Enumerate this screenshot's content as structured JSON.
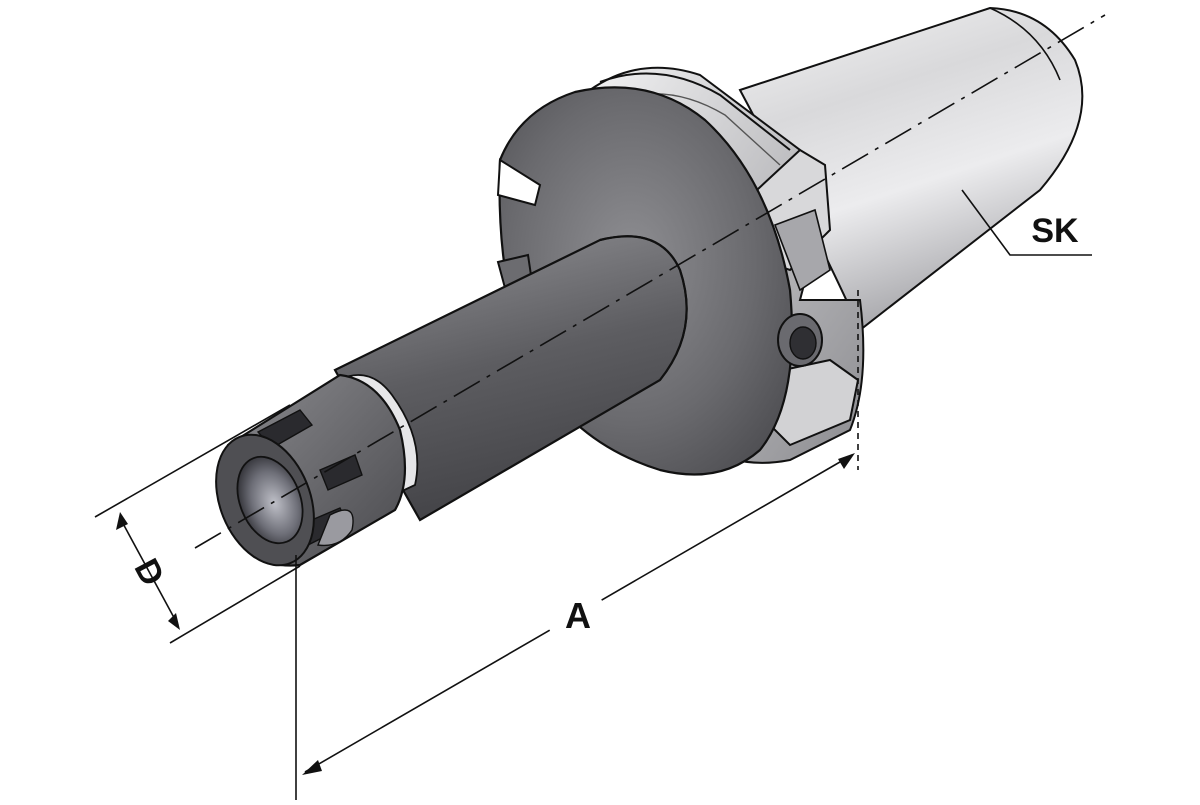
{
  "labels": {
    "sk": "SK",
    "d": "D",
    "a": "A"
  },
  "colors": {
    "background": "#ffffff",
    "outline": "#111111",
    "steel_dark": "#5f5f62",
    "steel_light": "#e3e3e5"
  }
}
